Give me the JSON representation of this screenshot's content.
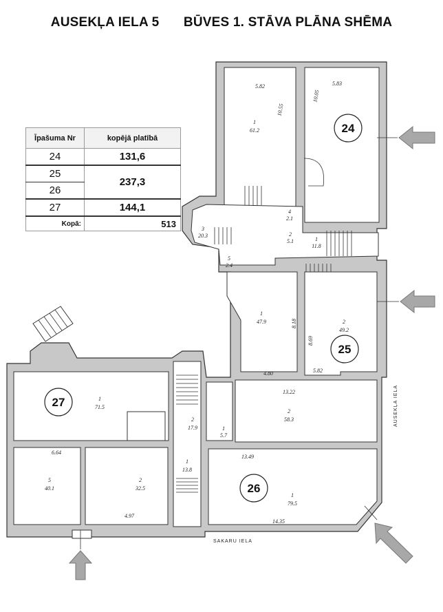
{
  "title": {
    "address": "AUSEKĻA IELA 5",
    "subtitle": "BŪVES 1. STĀVA PLĀNA SHĒMA"
  },
  "table": {
    "headers": [
      "Īpašuma Nr",
      "kopējā platībā"
    ],
    "rows": [
      {
        "nr": "24",
        "area": "131,6"
      },
      {
        "nr": "25",
        "area": "237,3"
      },
      {
        "nr": "26",
        "area": ""
      },
      {
        "nr": "27",
        "area": "144,1"
      }
    ],
    "total_label": "Kopā:",
    "total_value": "513"
  },
  "properties": [
    "24",
    "25",
    "26",
    "27"
  ],
  "streets": {
    "east": "AUSEKĻA IELA",
    "south": "SAKARU IELA"
  },
  "rooms": [
    {
      "no": "1",
      "area": "61.2"
    },
    {
      "no": "1",
      "area": "47.9"
    },
    {
      "no": "2",
      "area": "49.2"
    },
    {
      "no": "2",
      "area": "58.3"
    },
    {
      "no": "1",
      "area": "79.5"
    },
    {
      "no": "1",
      "area": "71.5"
    },
    {
      "no": "5",
      "area": "40.1"
    },
    {
      "no": "2",
      "area": "32.5"
    },
    {
      "no": "2",
      "area": "17.9"
    },
    {
      "no": "1",
      "area": "13.8"
    },
    {
      "no": "3",
      "area": "20.3"
    },
    {
      "no": "5",
      "area": "2.4"
    },
    {
      "no": "2",
      "area": "5.1"
    },
    {
      "no": "1",
      "area": "11.8"
    },
    {
      "no": "4",
      "area": "2.1"
    },
    {
      "no": "1",
      "area": "5.7"
    }
  ],
  "dimensions": [
    "5.82",
    "5.83",
    "10.55",
    "10.05",
    "13.22",
    "13.49",
    "14.35",
    "4.80",
    "5.82",
    "6.64",
    "4.97",
    "8.18",
    "8.69"
  ]
}
